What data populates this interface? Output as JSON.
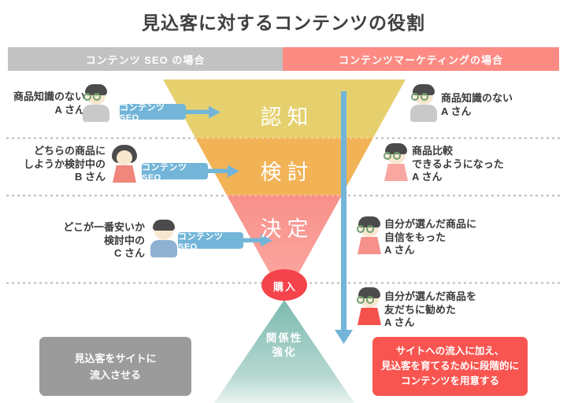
{
  "title": "見込客に対するコンテンツの役割",
  "headers": {
    "left": "コンテンツ SEO の場合",
    "right": "コンテンツマーケティングの場合"
  },
  "funnel": {
    "stage_awareness": "認知",
    "stage_consideration": "検討",
    "stage_decision": "決定",
    "purchase": "購入",
    "retention": "関係性\n強化"
  },
  "seo_badge_label": "コンテンツ SEO",
  "people_left": [
    {
      "id": "A",
      "text": "商品知識のない\nA さん"
    },
    {
      "id": "B",
      "text": "どちらの商品に\nしようか検討中の\nB さん"
    },
    {
      "id": "C",
      "text": "どこが一番安いか\n検討中の\nC さん"
    }
  ],
  "people_right": [
    {
      "text": "商品知識のない\nA さん"
    },
    {
      "text": "商品比較\nできるようになった\nA さん"
    },
    {
      "text": "自分が選んだ商品に\n自信をもった\nA さん"
    },
    {
      "text": "自分が選んだ商品を\n友だちに勧めた\nA さん"
    }
  ],
  "summary": {
    "seo_box": "見込客をサイトに\n流入させる",
    "marketing_box": "サイトへの流入に加え、\n見込客を育てるために段階的に\nコンテンツを用意する"
  },
  "colors": {
    "header_gray": "#c2c2c2",
    "header_red": "#fd8b84",
    "funnel_awareness_yellow": "#e6d06e",
    "funnel_consideration_orange": "#f2b357",
    "funnel_decision_salmon": "#f8908a",
    "purchase_red": "#f4434b",
    "retention_teal": "#85beb4",
    "arrow_blue": "#72b5d8",
    "summary_gray_box": "#9b9b9b",
    "summary_red_box": "#f85550"
  }
}
